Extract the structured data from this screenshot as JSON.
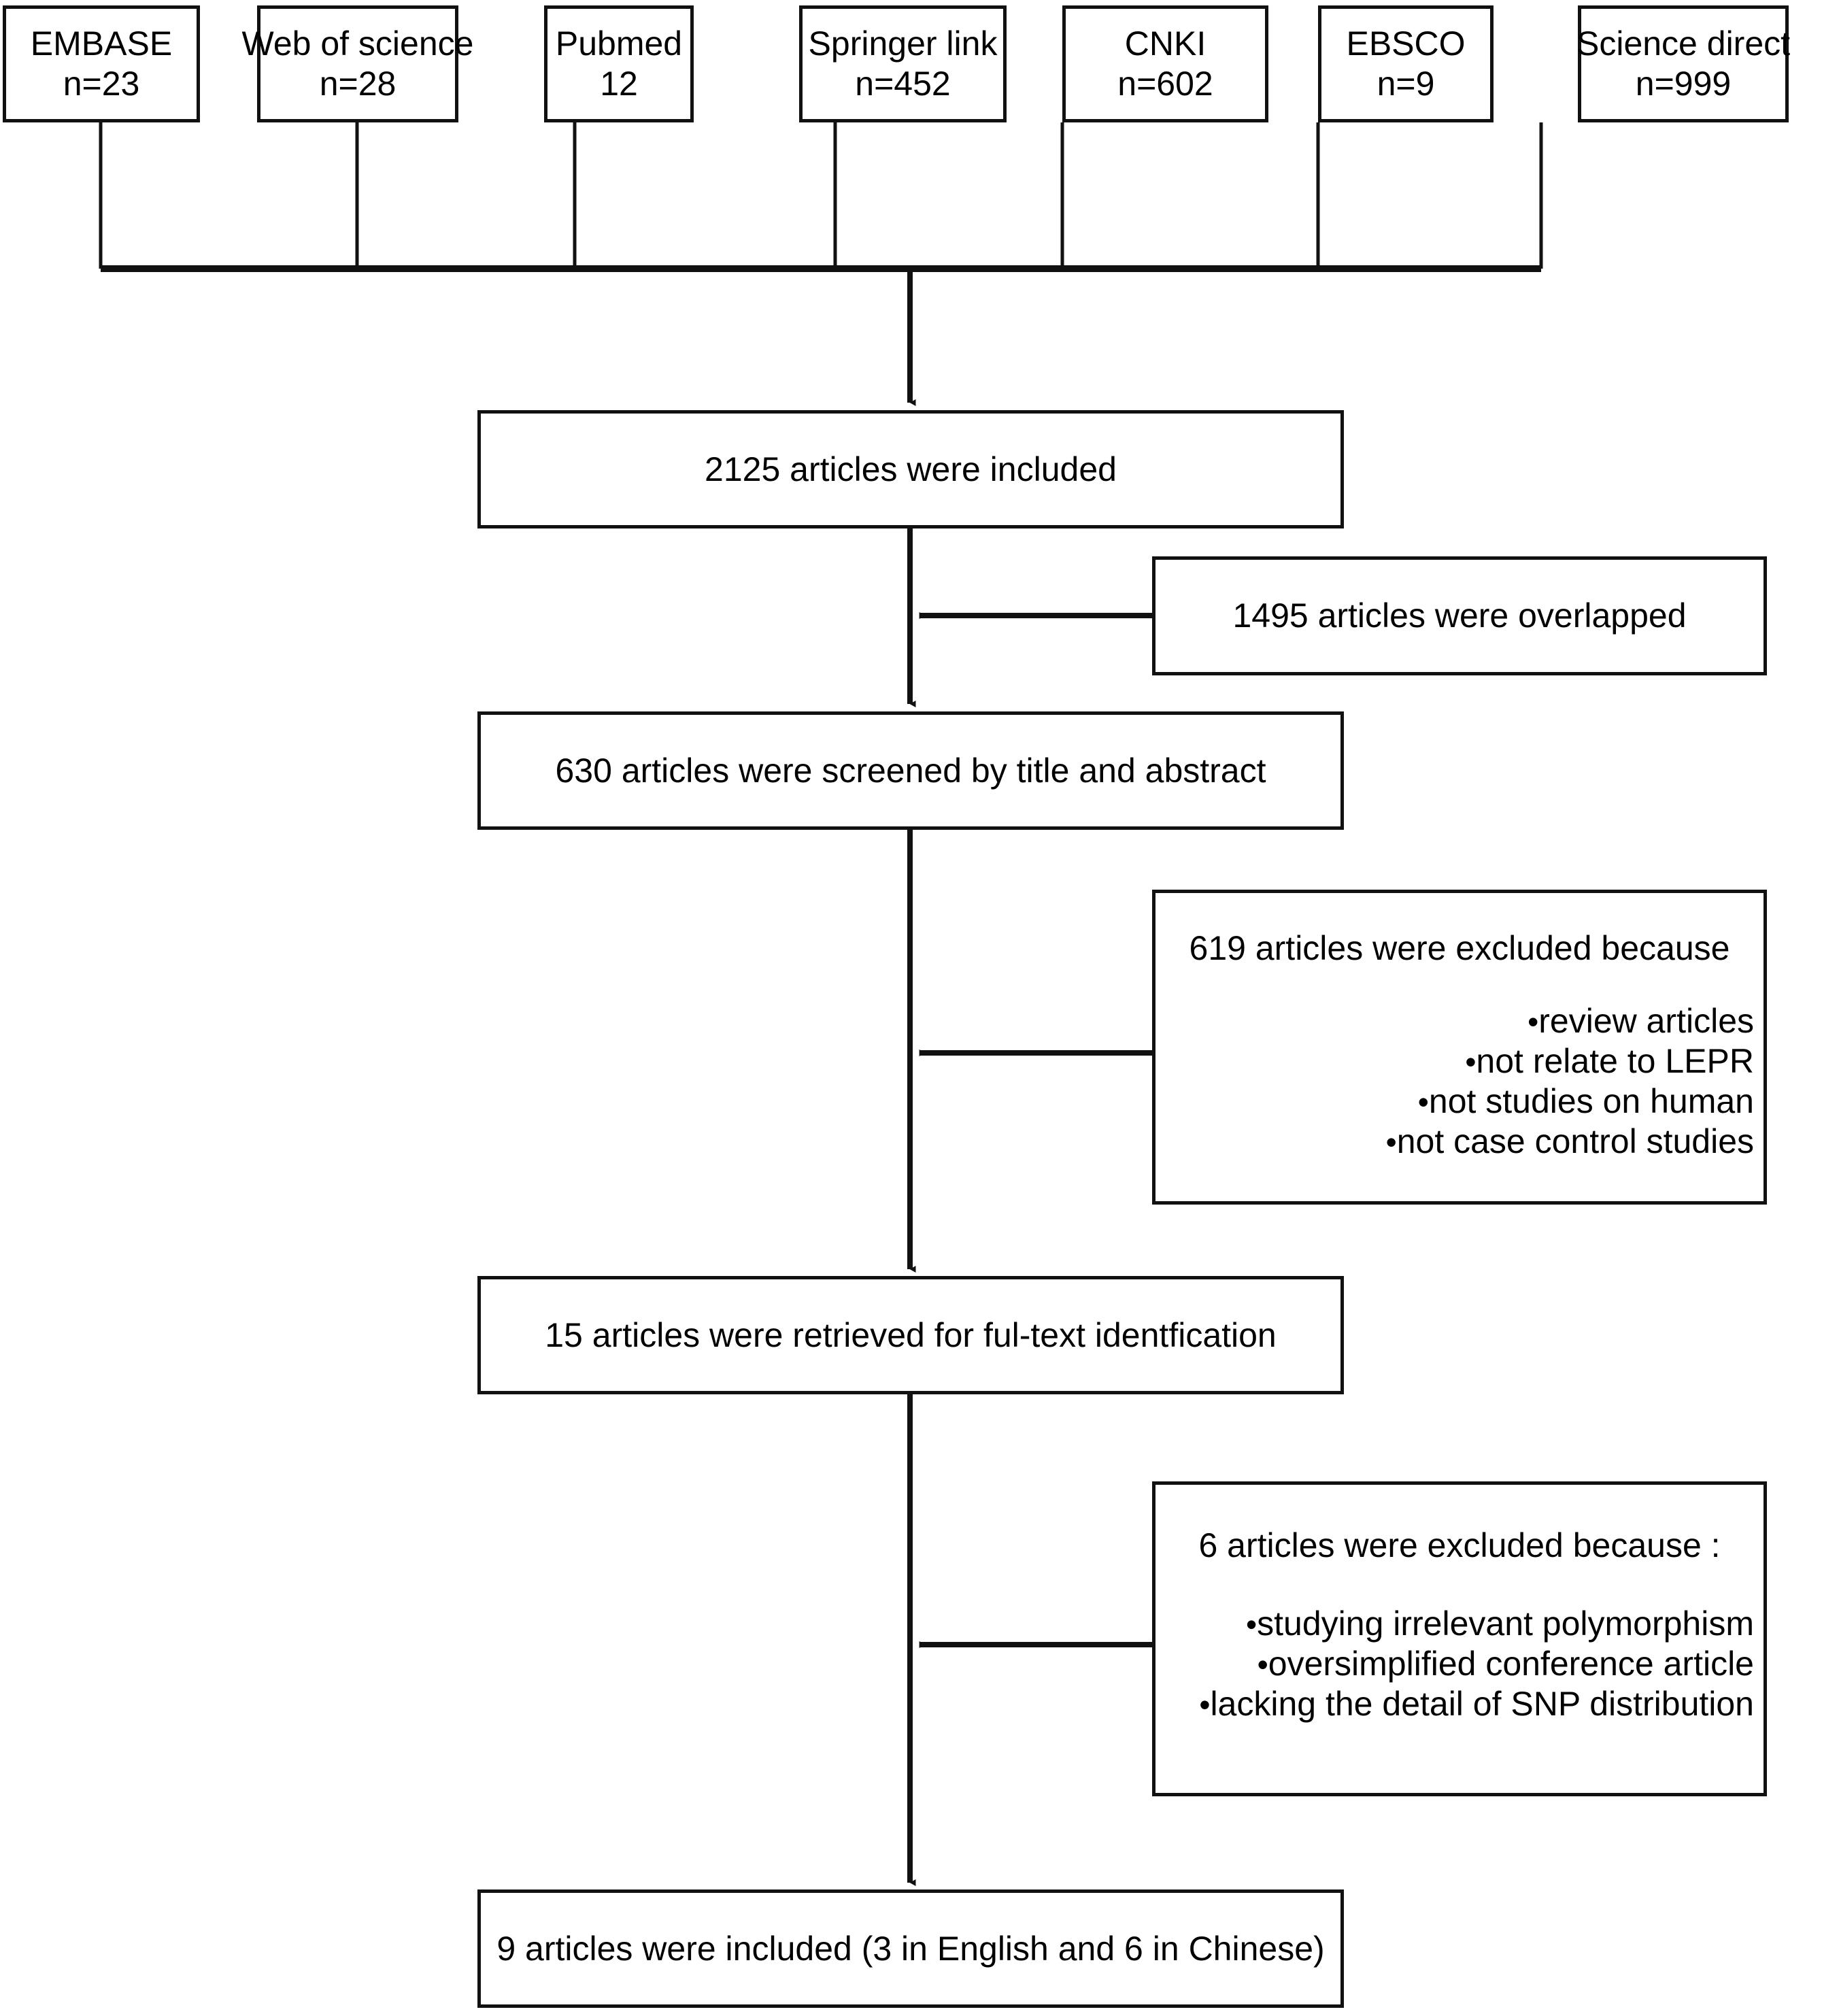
{
  "figure": {
    "kind": "prisma-flow-diagram",
    "background": "#ffffff",
    "stroke": "#111111"
  },
  "sources": [
    {
      "name": "EMBASE",
      "count": "n=23"
    },
    {
      "name": "Web of science",
      "count": "n=28"
    },
    {
      "name": "Pubmed",
      "count": "12"
    },
    {
      "name": "Springer link",
      "count": "n=452"
    },
    {
      "name": "CNKI",
      "count": "n=602"
    },
    {
      "name": "EBSCO",
      "count": "n=9"
    },
    {
      "name": "Science direct",
      "count": "n=999"
    }
  ],
  "stages": {
    "included_total": "2125 articles were included",
    "screened": "630 articles were screened by title and abstract",
    "retrieved": "15 articles were retrieved for ful-text identfication",
    "final": "9 articles were included (3 in English and 6 in Chinese)"
  },
  "side": {
    "overlapped": "1495 articles were overlapped",
    "excluded_screen": {
      "heading": "619 articles were excluded because",
      "reasons": [
        "review articles",
        "not relate to LEPR",
        "not studies on human",
        "not case control studies"
      ]
    },
    "excluded_fulltext": {
      "heading": "6 articles were excluded because :",
      "reasons": [
        "studying irrelevant polymorphism",
        "oversimplified conference article",
        "lacking the detail of SNP distribution"
      ]
    }
  },
  "glyphs": {
    "bullet": "•"
  }
}
